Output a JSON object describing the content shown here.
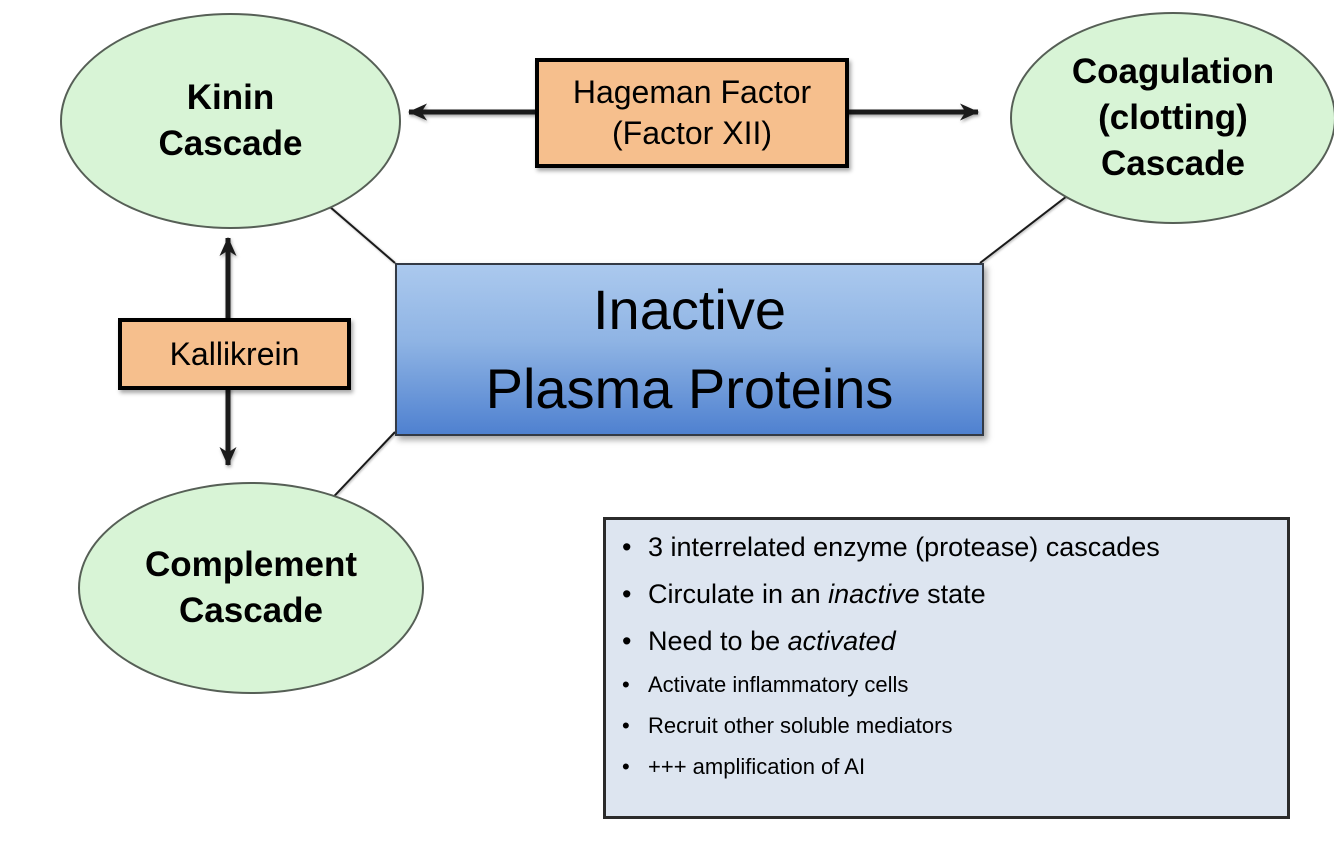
{
  "colors": {
    "node_green": "#d8f4d6",
    "node_green_border": "#565f56",
    "factor_orange": "#f6bf8d",
    "factor_border": "#000000",
    "plasma_blue_top": "#abc9ee",
    "plasma_blue_bottom": "#4f81d0",
    "plasma_border": "#333a45",
    "notes_bg": "#dde5f0",
    "notes_border": "#2b2b2b",
    "line_color": "#1a1a1a"
  },
  "nodes": {
    "kinin": {
      "label": "Kinin\nCascade"
    },
    "coagulation": {
      "label": "Coagulation\n(clotting)\nCascade"
    },
    "complement": {
      "label": "Complement\nCascade"
    },
    "hageman": {
      "label": "Hageman Factor\n(Factor XII)"
    },
    "kallikrein": {
      "label": "Kallikrein"
    },
    "inactive_plasma": {
      "label": "Inactive\nPlasma Proteins"
    }
  },
  "notes": {
    "bullet_char": "•",
    "items": [
      {
        "size": "large",
        "segments": [
          {
            "text": "3 interrelated enzyme (protease) cascades"
          }
        ]
      },
      {
        "size": "large",
        "segments": [
          {
            "text": "Circulate in an "
          },
          {
            "text": "inactive",
            "italic": true
          },
          {
            "text": " state"
          }
        ]
      },
      {
        "size": "large",
        "segments": [
          {
            "text": "Need to be "
          },
          {
            "text": "activated",
            "italic": true
          }
        ]
      },
      {
        "size": "small",
        "segments": [
          {
            "text": "Activate inflammatory cells"
          }
        ]
      },
      {
        "size": "small",
        "segments": [
          {
            "text": "Recruit other soluble mediators"
          }
        ]
      },
      {
        "size": "small",
        "segments": [
          {
            "text": "+++ amplification of AI"
          }
        ]
      }
    ]
  }
}
